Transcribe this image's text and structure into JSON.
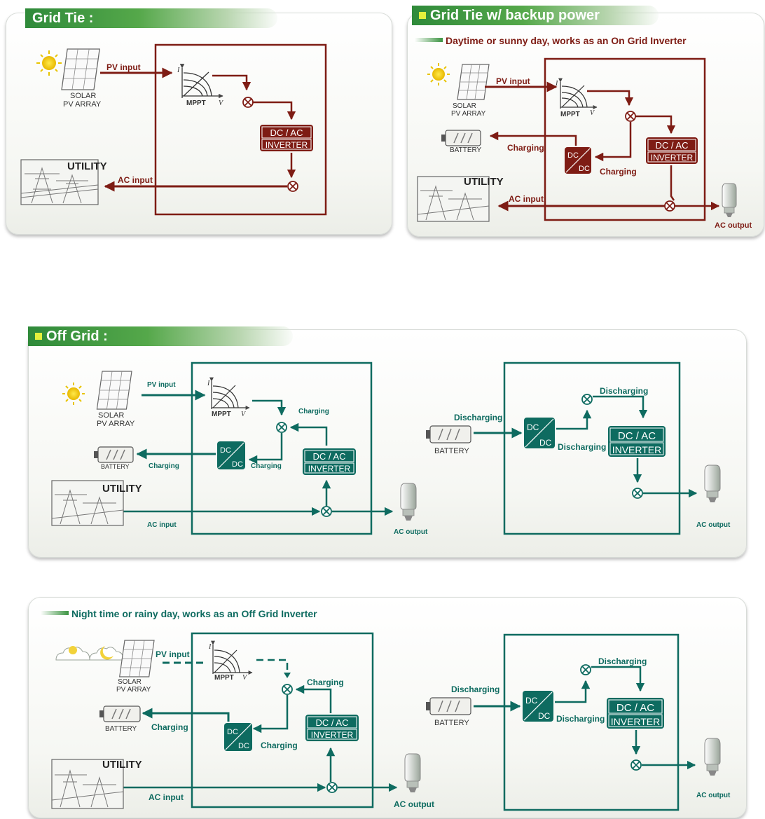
{
  "colors": {
    "red": "#7e1c14",
    "teal": "#0e6b60",
    "tab_green": "#3c9442",
    "bullet": "#e4f03c"
  },
  "grid_tie": {
    "title": "Grid Tie :",
    "pv_input": "PV input",
    "solar": "SOLAR",
    "pv_array": "PV ARRAY",
    "mppt": "MPPT",
    "i": "I",
    "v": "V",
    "dc_ac": "DC / AC",
    "inverter": "INVERTER",
    "utility": "UTILITY",
    "ac_input": "AC input"
  },
  "backup": {
    "title": "Grid Tie w/ backup power",
    "subtitle": "Daytime or sunny day, works as an On Grid Inverter",
    "pv_input": "PV input",
    "solar": "SOLAR",
    "pv_array": "PV ARRAY",
    "mppt": "MPPT",
    "i": "I",
    "v": "V",
    "battery": "BATTERY",
    "charging_left": "Charging",
    "charging_right": "Charging",
    "dc1": "DC",
    "dc2": "DC",
    "dc_ac": "DC / AC",
    "inverter": "INVERTER",
    "utility": "UTILITY",
    "ac_input": "AC input",
    "ac_output": "AC output"
  },
  "off_grid": {
    "title": "Off Grid :",
    "pv_input": "PV input",
    "solar": "SOLAR",
    "pv_array": "PV ARRAY",
    "mppt": "MPPT",
    "i": "I",
    "v": "V",
    "charging_top": "Charging",
    "battery": "BATTERY",
    "charging_left": "Charging",
    "charging_mid": "Charging",
    "dc1": "DC",
    "dc2": "DC",
    "dc_ac": "DC / AC",
    "inverter": "INVERTER",
    "utility": "UTILITY",
    "ac_input": "AC input",
    "ac_output": "AC output",
    "right": {
      "discharging_left": "Discharging",
      "battery": "BATTERY",
      "discharging_top": "Discharging",
      "discharging_mid": "Discharging",
      "dc1": "DC",
      "dc2": "DC",
      "dc_ac": "DC / AC",
      "inverter": "INVERTER",
      "ac_output": "AC output"
    }
  },
  "night": {
    "subtitle": "Night time or rainy day, works as an Off Grid Inverter",
    "pv_input": "PV input",
    "solar": "SOLAR",
    "pv_array": "PV ARRAY",
    "mppt": "MPPT",
    "i": "I",
    "v": "V",
    "charging_top": "Charging",
    "battery": "BATTERY",
    "charging_left": "Charging",
    "charging_mid": "Charging",
    "dc1": "DC",
    "dc2": "DC",
    "dc_ac": "DC / AC",
    "inverter": "INVERTER",
    "utility": "UTILITY",
    "ac_input": "AC input",
    "ac_output": "AC output",
    "right": {
      "discharging_left": "Discharging",
      "battery": "BATTERY",
      "discharging_top": "Discharging",
      "discharging_mid": "Discharging",
      "dc1": "DC",
      "dc2": "DC",
      "dc_ac": "DC / AC",
      "inverter": "INVERTER",
      "ac_output": "AC output"
    }
  }
}
